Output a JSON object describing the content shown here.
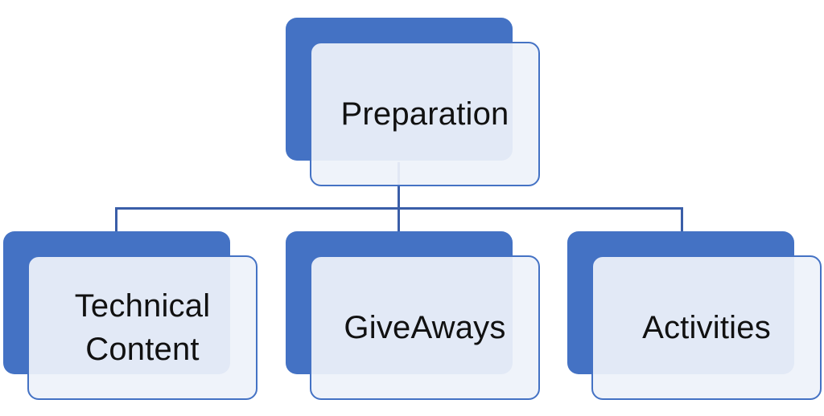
{
  "diagram": {
    "root": {
      "label": "Preparation"
    },
    "children": [
      {
        "label": "Technical Content"
      },
      {
        "label": "GiveAways"
      },
      {
        "label": "Activities"
      }
    ]
  },
  "colors": {
    "accent": "#4472c4",
    "connector": "#3a5ea8",
    "card_fill": "#eef2fa",
    "text": "#111111"
  }
}
